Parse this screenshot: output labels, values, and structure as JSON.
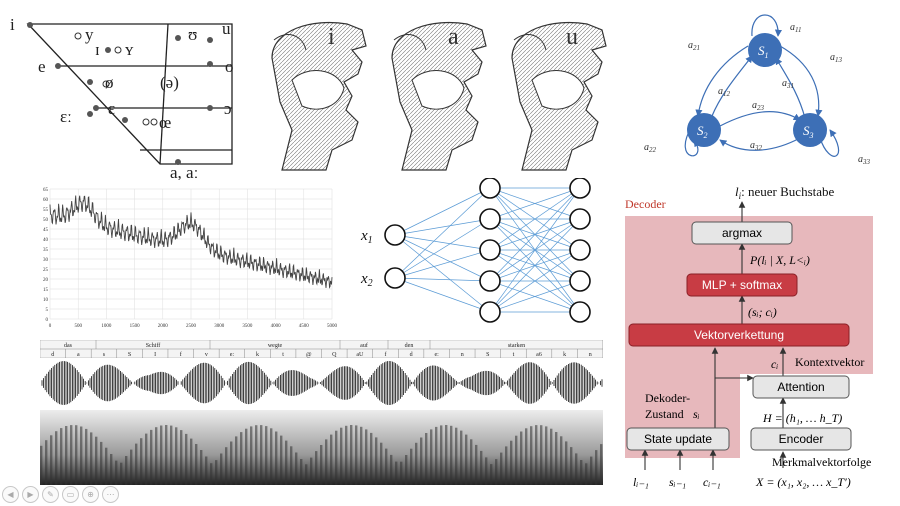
{
  "vowel_chart": {
    "vowels": [
      {
        "id": "i",
        "label": "i"
      },
      {
        "id": "y",
        "label": "y"
      },
      {
        "id": "I",
        "label": "ɪ"
      },
      {
        "id": "Y",
        "label": "ʏ"
      },
      {
        "id": "upsilon",
        "label": "ʊ"
      },
      {
        "id": "u",
        "label": "u"
      },
      {
        "id": "e",
        "label": "e"
      },
      {
        "id": "oe",
        "label": "ø"
      },
      {
        "id": "schwa",
        "label": "(ə)"
      },
      {
        "id": "o",
        "label": "o"
      },
      {
        "id": "epsilon",
        "label": "ɛ"
      },
      {
        "id": "epsilon_long",
        "label": "ɛː"
      },
      {
        "id": "oe2",
        "label": "œ"
      },
      {
        "id": "open_o",
        "label": "ɔ"
      },
      {
        "id": "a",
        "label": "a, aː"
      }
    ]
  },
  "tracts": [
    {
      "label": "i"
    },
    {
      "label": "a"
    },
    {
      "label": "u"
    }
  ],
  "hmm": {
    "states": [
      {
        "label": "S",
        "sub": "1"
      },
      {
        "label": "S",
        "sub": "2"
      },
      {
        "label": "S",
        "sub": "3"
      }
    ],
    "transitions": [
      {
        "label": "a",
        "sub": "11"
      },
      {
        "label": "a",
        "sub": "21"
      },
      {
        "label": "a",
        "sub": "13"
      },
      {
        "label": "a",
        "sub": "12"
      },
      {
        "label": "a",
        "sub": "31"
      },
      {
        "label": "a",
        "sub": "23"
      },
      {
        "label": "a",
        "sub": "32"
      },
      {
        "label": "a",
        "sub": "22"
      },
      {
        "label": "a",
        "sub": "33"
      }
    ],
    "color": "#3d6fb6"
  },
  "spectrum": {
    "x_ticks": [
      "0",
      "500",
      "1000",
      "1500",
      "2000",
      "2500",
      "3000",
      "3500",
      "4000",
      "4500",
      "5000"
    ],
    "y_ticks": [
      "65",
      "60",
      "55",
      "50",
      "45",
      "40",
      "35",
      "30",
      "25",
      "20",
      "15",
      "10",
      "5",
      "0"
    ]
  },
  "nn": {
    "inputs": [
      {
        "label": "x",
        "sub": "1"
      },
      {
        "label": "x",
        "sub": "2"
      }
    ],
    "edge_color": "#5b9bd5"
  },
  "words": [
    "das",
    "Schiff",
    "wegte",
    "auf",
    "den",
    "starken"
  ],
  "phones": [
    "d",
    "a",
    "s",
    "S",
    "I",
    "f",
    "v",
    "e:",
    "k",
    "t",
    "@",
    "Q",
    "aU",
    "f",
    "d",
    "e:",
    "n",
    "S",
    "t",
    "a6",
    "k",
    "n"
  ],
  "decoder": {
    "panel_label": "Decoder",
    "output_label": "neuer Buchstabe",
    "argmax": "argmax",
    "prob": "P(lᵢ | X, L<ᵢ)",
    "mlp": "MLP + softmax",
    "concat_vec": "(sᵢ; cᵢ)",
    "concat": "Vektorverkettung",
    "context_vec": "cᵢ",
    "context_label": "Kontextvektor",
    "attention": "Attention",
    "state_label_1": "Dekoder-",
    "state_label_2": "Zustand",
    "state_vec": "sᵢ",
    "h_def": "H = (h₁, … h_T)",
    "state_update": "State update",
    "encoder": "Encoder",
    "features_label": "Merkmalvektorfolge",
    "inputs": [
      "lᵢ₋₁",
      "sᵢ₋₁",
      "cᵢ₋₁"
    ],
    "x_def": "X = (x₁, x₂, … x_T′)",
    "colors": {
      "panel": "#e7b8bc",
      "red_box": "#c83c44",
      "gray_box": "#e6e6e6"
    }
  },
  "nav_icons": [
    "prev-icon",
    "next-icon",
    "pen-icon",
    "slides-icon",
    "zoom-icon",
    "more-icon"
  ]
}
